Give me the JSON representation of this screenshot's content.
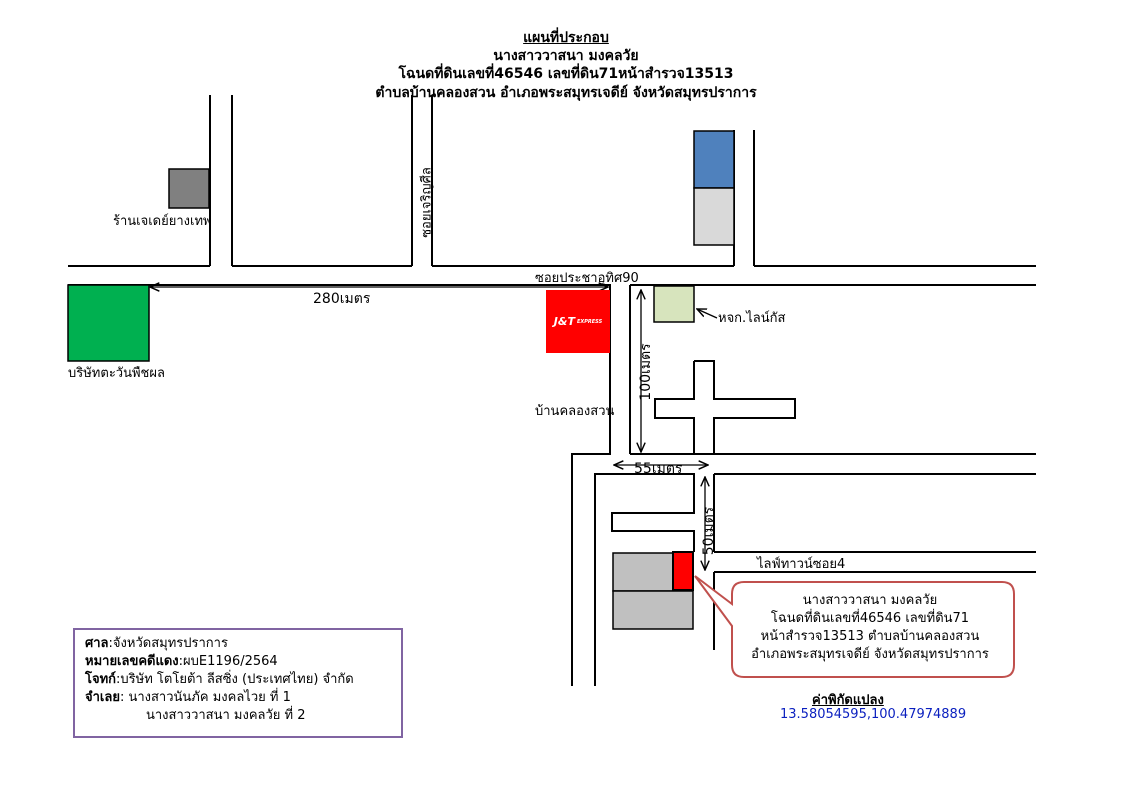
{
  "title": {
    "heading": "แผนที่ประกอบ",
    "owner": "นางสาววาสนา มงคลวัย",
    "deed": "โฉนดที่ดินเลขที่46546 เลขที่ดิน71หน้าสำรวจ13513",
    "location": "ตำบลบ้านคลองสวน อำเภอพระสมุทรเจดีย์ จังหวัดสมุทรปราการ"
  },
  "landmarks": {
    "tire_shop": "ร้านเจเดย์ยางเทพ",
    "soi_charoen": "ซอยเจริญศีล",
    "soi_pracha": "ซอยประชาอุทิศ90",
    "company_green": "บริษัทตะวันพืชผล",
    "lines_plus": "หจก.ไลน์กัส",
    "ban_khlong_suan": "บ้านคลองสวน",
    "life_town": "ไลฟ์ทาวน์ซอย4",
    "jt_logo": "J&T",
    "jt_sub": "EXPRESS"
  },
  "distances": {
    "d280": "280เมตร",
    "d100": "100เมตร",
    "d55": "55เมตร",
    "d50": "50เมตร"
  },
  "callout": {
    "line1": "นางสาววาสนา มงคลวัย",
    "line2": "โฉนดที่ดินเลขที่46546 เลขที่ดิน71",
    "line3": "หน้าสำรวจ13513 ตำบลบ้านคลองสวน",
    "line4": "อำเภอพระสมุทรเจดีย์ จังหวัดสมุทรปราการ"
  },
  "coordinates": {
    "heading": "ค่าพิกัดแปลง",
    "value": "13.58054595,100.47974889"
  },
  "info": {
    "court_label": "ศาล",
    "court_value": ":จังหวัดสมุทรปราการ",
    "case_label": "หมายเลขคดีแดง",
    "case_value": ":ผบE1196/2564",
    "plaintiff_label": "โจทก์",
    "plaintiff_value": ":บริษัท โตโยต้า ลีสซิ่ง (ประเทศไทย) จำกัด",
    "defendant_label": "จำเลย",
    "defendant_1": ": นางสาวนันภัค มงคลไวย ที่ 1",
    "defendant_2": "นางสาววาสนา มงคลวัย ที่ 2"
  },
  "colors": {
    "green": "#00b050",
    "blue": "#4f81bd",
    "gray": "#c0c0c0",
    "dark_gray": "#808080",
    "light_green": "#d7e4bd",
    "red": "#ff0000",
    "callout_border": "#c0504d",
    "infobox_border": "#8064a2",
    "coord_blue": "#0a1fbf"
  }
}
